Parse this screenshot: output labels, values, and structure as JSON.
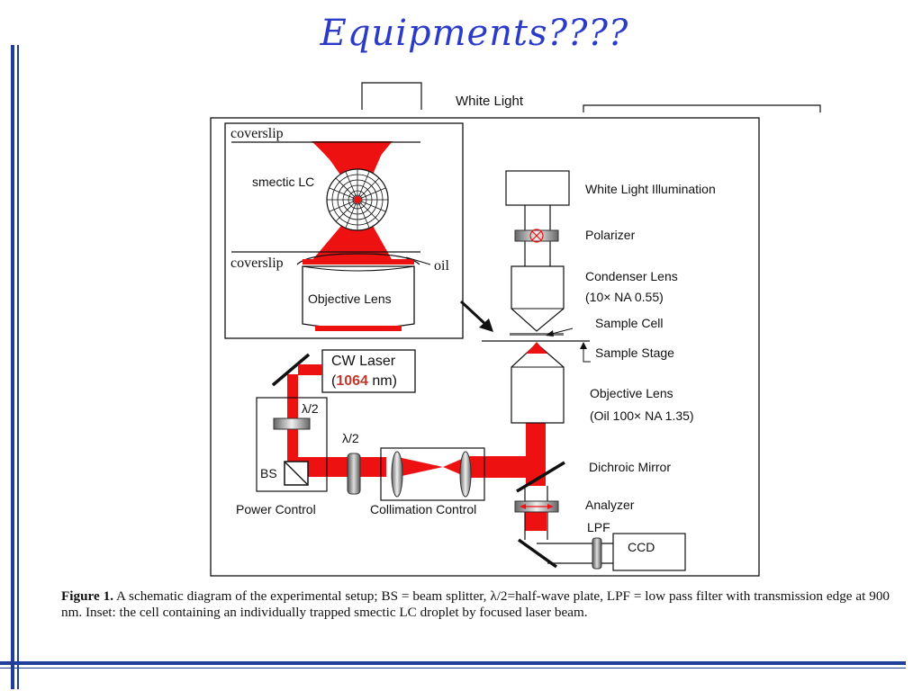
{
  "slide": {
    "title": "Equipments????"
  },
  "top_label": "White Light",
  "inset": {
    "coverslip_top": "coverslip",
    "smectic": "smectic LC",
    "coverslip_bottom": "coverslip",
    "oil": "oil",
    "objective": "Objective Lens"
  },
  "laser": {
    "name": "CW Laser",
    "paren_open": "(",
    "wavelength": "1064",
    "unit": " nm)"
  },
  "labels": {
    "halfwave_1": "λ/2",
    "halfwave_2": "λ/2",
    "bs": "BS",
    "power_control": "Power Control",
    "collimation_control": "Collimation Control",
    "white_light_illum": "White Light Illumination",
    "polarizer": "Polarizer",
    "condenser_1": "Condenser Lens",
    "condenser_2": "(10× NA 0.55)",
    "sample_cell": "Sample Cell",
    "sample_stage": "Sample Stage",
    "objective_1": "Objective Lens",
    "objective_2": "(Oil 100× NA 1.35)",
    "dichroic": "Dichroic Mirror",
    "analyzer": "Analyzer",
    "lpf": "LPF",
    "ccd": "CCD"
  },
  "caption": {
    "fig_label": "Figure 1.",
    "text": " A schematic diagram of the experimental setup; BS = beam splitter, λ/2=half-wave plate, LPF = low pass filter with transmission edge at 900 nm. Inset: the cell containing an individually trapped smectic LC droplet by focused laser beam."
  },
  "colors": {
    "beam": "#ee1111",
    "accent_blue": "#1f3f9a",
    "title_blue": "#2b3bc8",
    "wavelength_red": "#c0392b"
  }
}
